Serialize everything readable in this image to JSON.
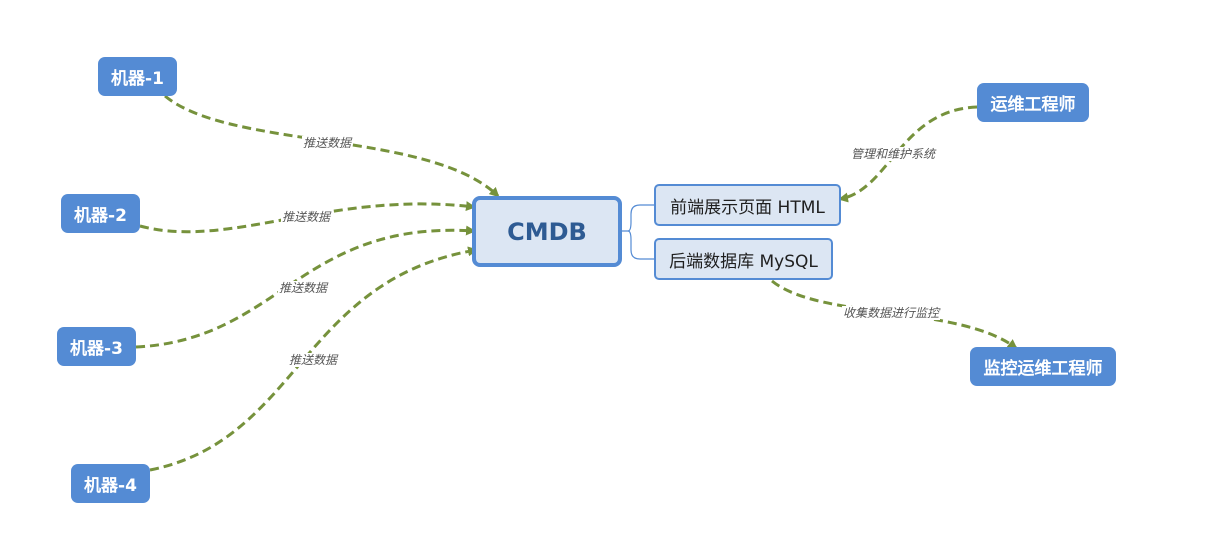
{
  "diagram": {
    "center": {
      "label": "CMDB"
    },
    "children": [
      {
        "label": "前端展示页面 HTML"
      },
      {
        "label": "后端数据库 MySQL"
      }
    ],
    "sources": [
      {
        "label": "机器-1",
        "edge_label": "推送数据"
      },
      {
        "label": "机器-2",
        "edge_label": "推送数据"
      },
      {
        "label": "机器-3",
        "edge_label": "推送数据"
      },
      {
        "label": "机器-4",
        "edge_label": "推送数据"
      }
    ],
    "ops_engineer": {
      "label": "运维工程师",
      "edge_label": "管理和维护系统"
    },
    "monitor_engineer": {
      "label": "监控运维工程师",
      "edge_label": "收集数据进行监控"
    },
    "colors": {
      "node_fill": "#548bd4",
      "center_fill": "#dce6f3",
      "center_text": "#2e5b93",
      "edge": "#76923c",
      "connector": "#548bd4"
    }
  }
}
